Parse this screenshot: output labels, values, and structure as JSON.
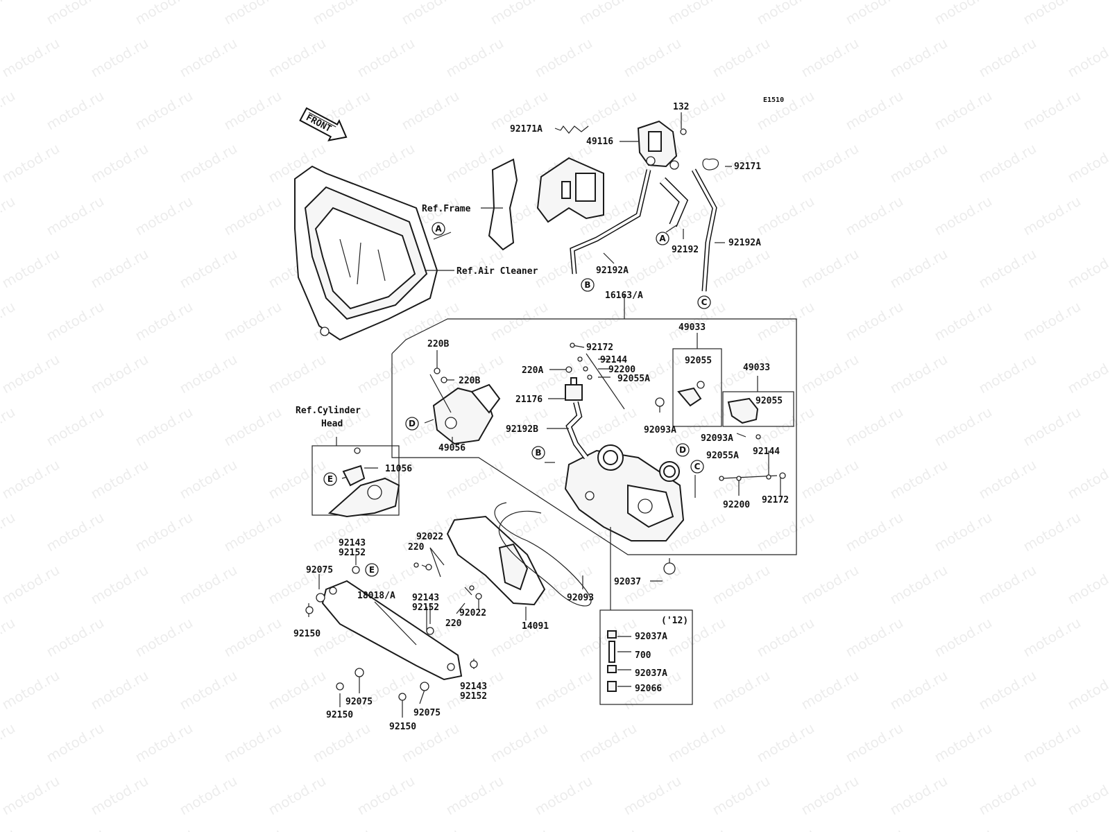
{
  "watermark": "motod.ru",
  "diagram_code": "E1510",
  "front_arrow": "FRONT",
  "labels": {
    "p92171A": "92171A",
    "p49116": "49116",
    "p132": "132",
    "p92171": "92171",
    "refFrame": "Ref.Frame",
    "refAirCleaner": "Ref.Air Cleaner",
    "p92192": "92192",
    "p92192A_1": "92192A",
    "p92192A_2": "92192A",
    "p16163A": "16163/A",
    "p49033_1": "49033",
    "p49033_2": "49033",
    "p92055_1": "92055",
    "p92055_2": "92055",
    "p92172_1": "92172",
    "p92172_2": "92172",
    "p92144_1": "92144",
    "p92144_2": "92144",
    "p92200_1": "92200",
    "p92200_2": "92200",
    "p92055A_1": "92055A",
    "p92055A_2": "92055A",
    "p220A": "220A",
    "p220B_1": "220B",
    "p220B_2": "220B",
    "p21176": "21176",
    "p92093A_1": "92093A",
    "p92093A_2": "92093A",
    "p92192B": "92192B",
    "p49056": "49056",
    "refCylinderHead_1": "Ref.Cylinder",
    "refCylinderHead_2": "Head",
    "p11056": "11056",
    "p92022_1": "92022",
    "p92022_2": "92022",
    "p220_1": "220",
    "p220_2": "220",
    "p92143_1": "92143",
    "p92152_1": "92152",
    "p92143_2": "92143",
    "p92152_2": "92152",
    "p92143_3": "92143",
    "p92152_3": "92152",
    "p92075_1": "92075",
    "p92075_2": "92075",
    "p92075_3": "92075",
    "p18018A": "18018/A",
    "p92150_1": "92150",
    "p92150_2": "92150",
    "p92150_3": "92150",
    "p14091": "14091",
    "p92093": "92093",
    "p92037": "92037",
    "p12": "('12)",
    "p92037A_1": "92037A",
    "p92037A_2": "92037A",
    "p700": "700",
    "p92066": "92066"
  },
  "callouts": {
    "A": "A",
    "B": "B",
    "C": "C",
    "D": "D",
    "E": "E"
  }
}
